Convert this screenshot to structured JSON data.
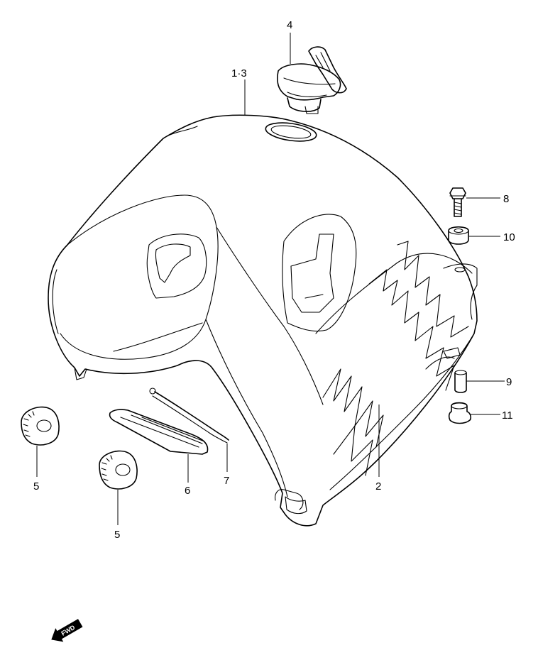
{
  "callouts": {
    "c1_3": "1·3",
    "c2": "2",
    "c4": "4",
    "c5a": "5",
    "c5b": "5",
    "c6": "6",
    "c7": "7",
    "c8": "8",
    "c9": "9",
    "c10": "10",
    "c11": "11"
  },
  "fwd_label": "FWD"
}
